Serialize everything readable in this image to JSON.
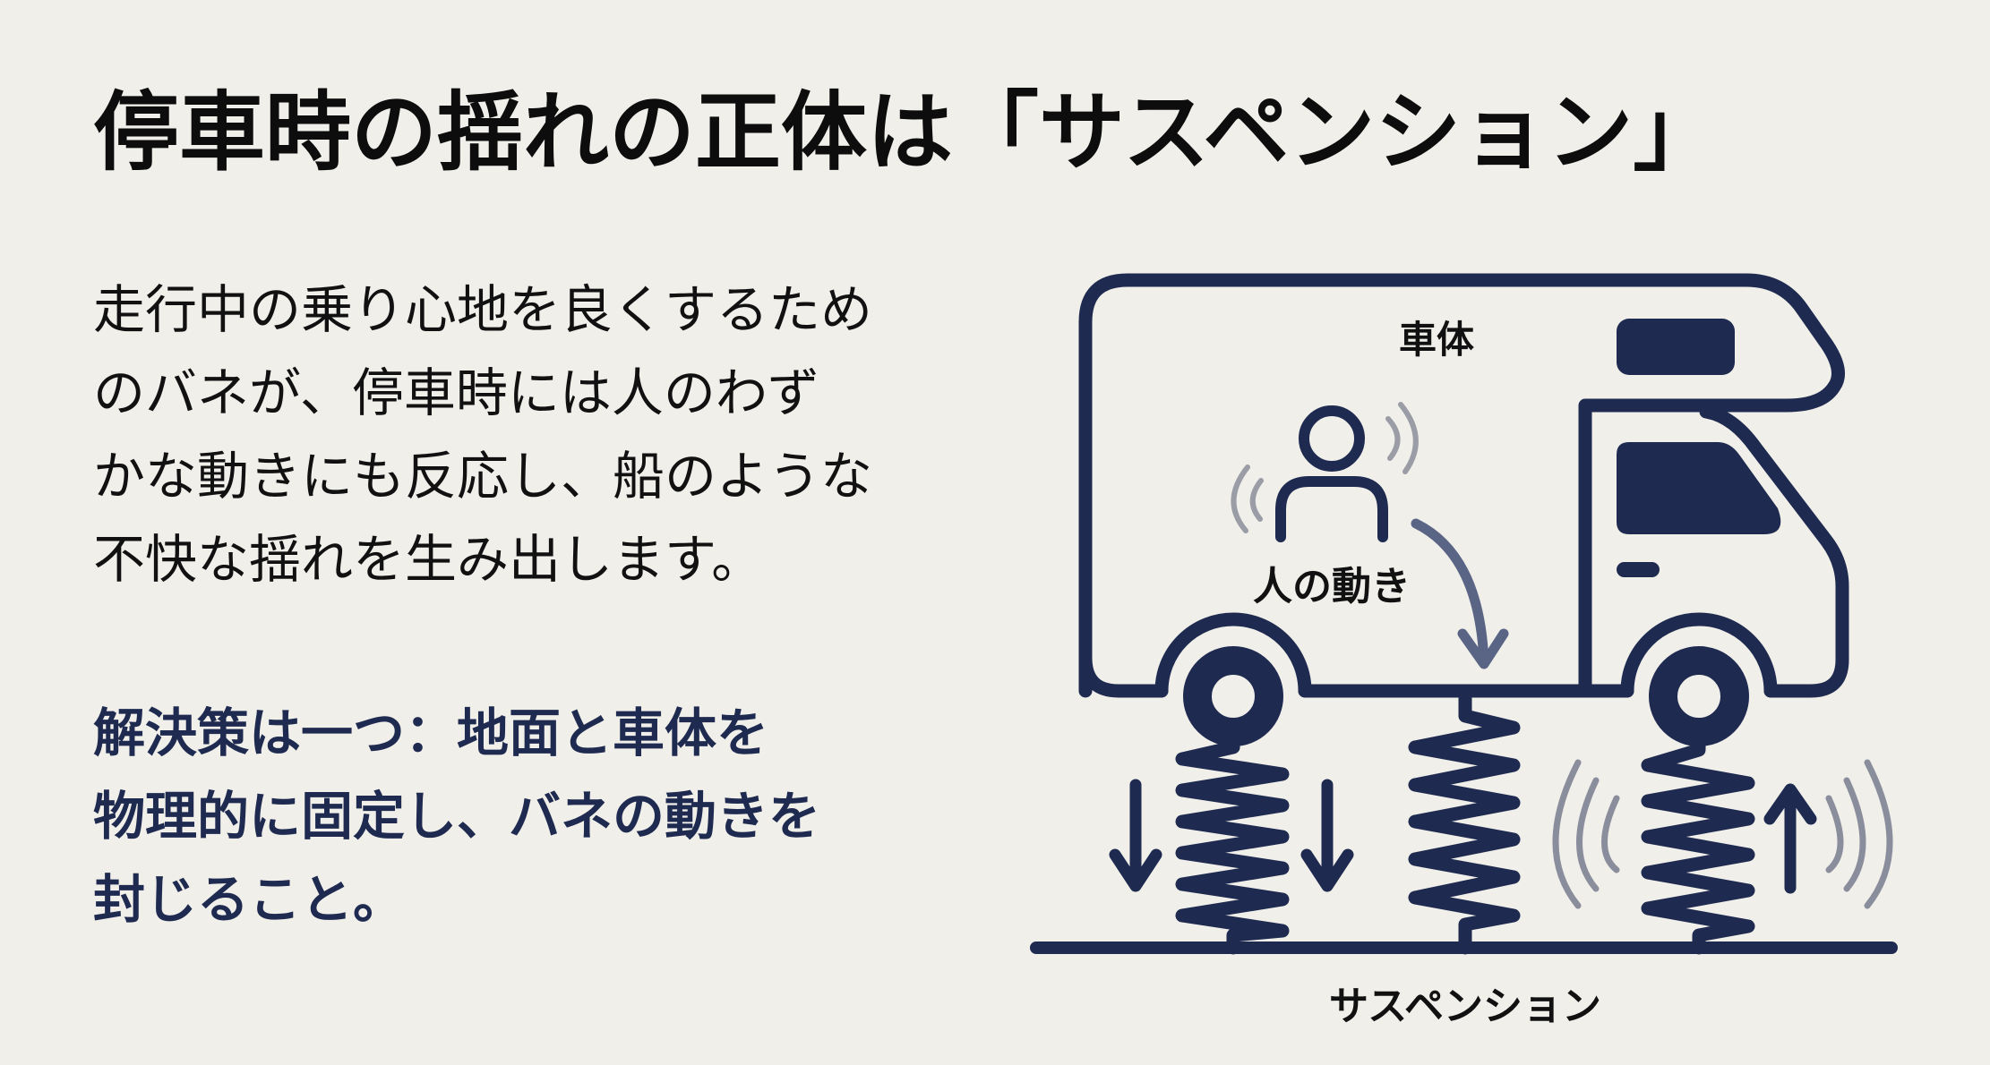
{
  "title": "停車時の揺れの正体は「サスペンション」",
  "explanation": {
    "lines": [
      "走行中の乗り心地を良くするため",
      "のバネが、停車時には人のわず",
      "かな動きにも反応し、船のような",
      "不快な揺れを生み出します。"
    ]
  },
  "solution": {
    "lines": [
      "解決策は一つ：地面と車体を",
      "物理的に固定し、バネの動きを",
      "封じること。"
    ]
  },
  "diagram": {
    "labels": {
      "vehicle_body": "車体",
      "person_movement": "人の動き",
      "suspension": "サスペンション"
    },
    "icons": [
      "camper-van-icon",
      "person-icon",
      "vibration-wave-icon",
      "spring-icon",
      "down-arrow-icon",
      "up-arrow-icon",
      "curved-arrow-icon",
      "wheel-icon"
    ],
    "colors": {
      "background": "#f1efea",
      "navy": "#1e2a4f",
      "slate_arrow": "#5a6585",
      "wave_gray": "#8a8e9c",
      "text": "#111111"
    }
  }
}
